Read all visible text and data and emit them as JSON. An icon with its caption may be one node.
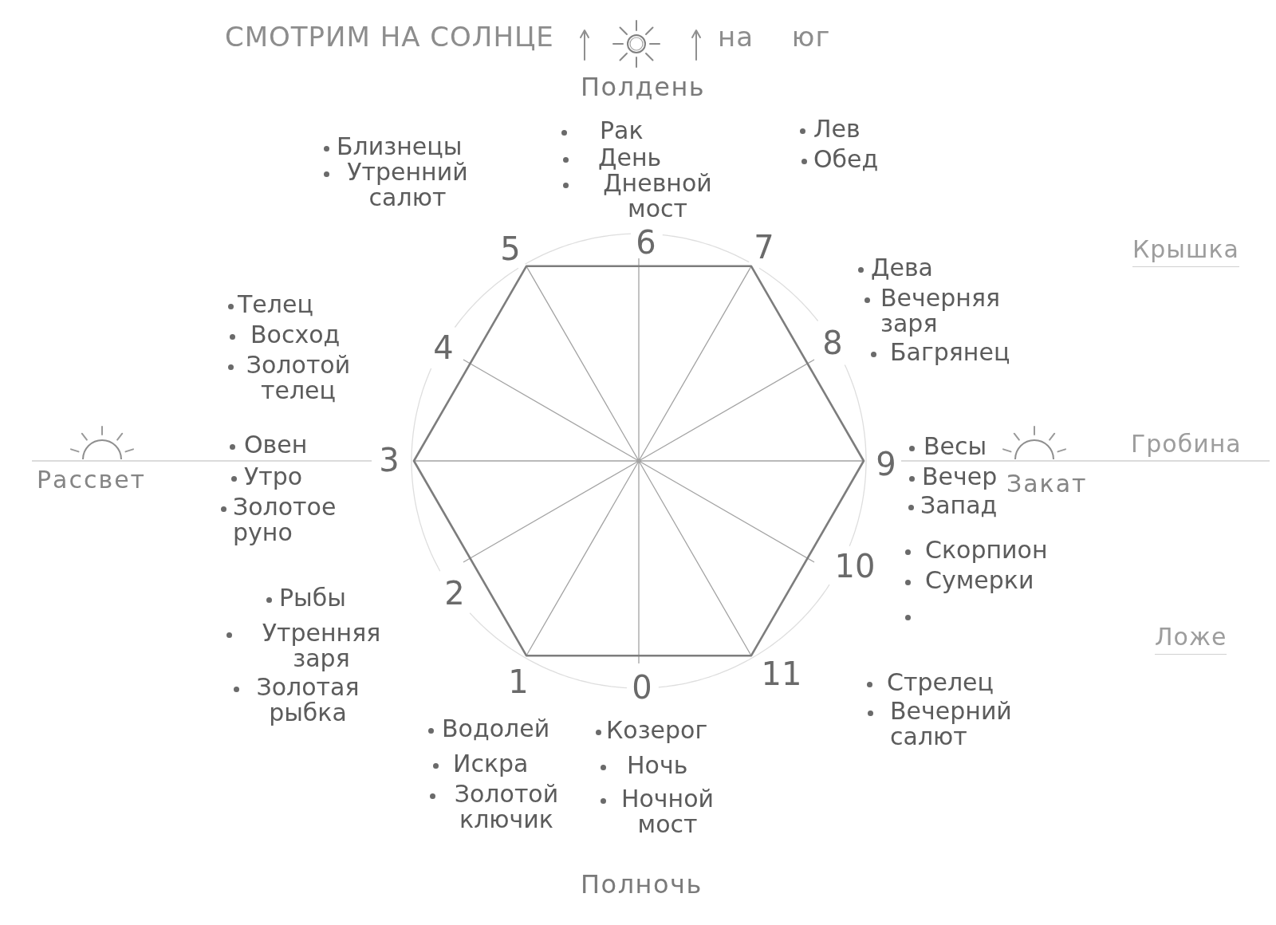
{
  "diagram": {
    "labels": [
      "СМОТРИМ НА СОЛНЦЕ",
      "на юг",
      "Полдень",
      "Близнецы",
      "Утренний салют",
      "Рак",
      "День",
      "Дневной мост",
      "Лев",
      "Обед",
      "5",
      "6",
      "7",
      "Крышка",
      "Телец",
      "Восход",
      "Золотой телец",
      "4",
      "8",
      "Дева",
      "Вечерняя заря",
      "Багрянец",
      "Рассвет",
      "Овен",
      "Утро",
      "Золотое руно",
      "3",
      "9",
      "Весы",
      "Вечер",
      "Запад",
      "Закат",
      "Гробина",
      "2",
      "10",
      "Рыбы",
      "Утренняя заря",
      "Золотая рыбка",
      "Скорпион",
      "Сумерки",
      "Ложе",
      "1",
      "0",
      "11",
      "Стрелец",
      "Вечерний салют",
      "Водолей",
      "Искра",
      "Золотой ключик",
      "Козерог",
      "Ночь",
      "Ночной мост",
      "Полночь"
    ]
  }
}
